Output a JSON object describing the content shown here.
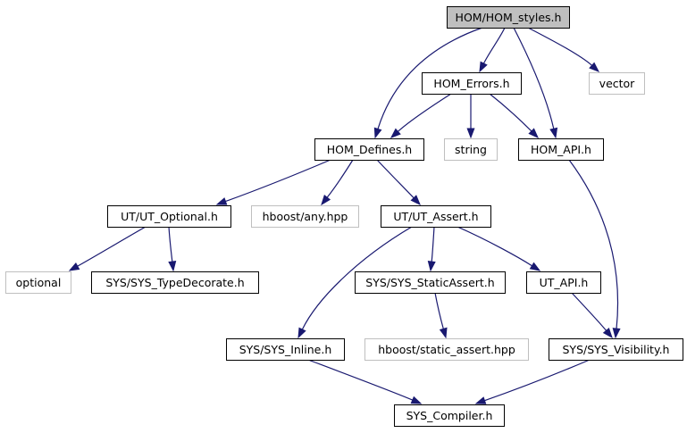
{
  "graph": {
    "nodes": [
      {
        "id": "hom_styles",
        "label": "HOM/HOM_styles.h",
        "style": "root"
      },
      {
        "id": "hom_errors",
        "label": "HOM_Errors.h",
        "style": "documented"
      },
      {
        "id": "vector",
        "label": "vector",
        "style": "external"
      },
      {
        "id": "hom_defines",
        "label": "HOM_Defines.h",
        "style": "documented"
      },
      {
        "id": "string",
        "label": "string",
        "style": "external"
      },
      {
        "id": "hom_api",
        "label": "HOM_API.h",
        "style": "documented"
      },
      {
        "id": "ut_optional",
        "label": "UT/UT_Optional.h",
        "style": "documented"
      },
      {
        "id": "hboost_any",
        "label": "hboost/any.hpp",
        "style": "external"
      },
      {
        "id": "ut_assert",
        "label": "UT/UT_Assert.h",
        "style": "documented"
      },
      {
        "id": "optional",
        "label": "optional",
        "style": "external"
      },
      {
        "id": "sys_typedecorate",
        "label": "SYS/SYS_TypeDecorate.h",
        "style": "documented"
      },
      {
        "id": "sys_staticassert",
        "label": "SYS/SYS_StaticAssert.h",
        "style": "documented"
      },
      {
        "id": "ut_api",
        "label": "UT_API.h",
        "style": "documented"
      },
      {
        "id": "sys_inline",
        "label": "SYS/SYS_Inline.h",
        "style": "documented"
      },
      {
        "id": "hboost_static_assert",
        "label": "hboost/static_assert.hpp",
        "style": "external"
      },
      {
        "id": "sys_visibility",
        "label": "SYS/SYS_Visibility.h",
        "style": "documented"
      },
      {
        "id": "sys_compiler",
        "label": "SYS_Compiler.h",
        "style": "documented"
      }
    ],
    "edges": [
      {
        "from": "hom_styles",
        "to": "hom_errors"
      },
      {
        "from": "hom_styles",
        "to": "vector"
      },
      {
        "from": "hom_styles",
        "to": "hom_defines"
      },
      {
        "from": "hom_styles",
        "to": "hom_api"
      },
      {
        "from": "hom_errors",
        "to": "hom_defines"
      },
      {
        "from": "hom_errors",
        "to": "string"
      },
      {
        "from": "hom_errors",
        "to": "hom_api"
      },
      {
        "from": "hom_defines",
        "to": "ut_optional"
      },
      {
        "from": "hom_defines",
        "to": "hboost_any"
      },
      {
        "from": "hom_defines",
        "to": "ut_assert"
      },
      {
        "from": "hom_api",
        "to": "sys_visibility"
      },
      {
        "from": "ut_optional",
        "to": "optional"
      },
      {
        "from": "ut_optional",
        "to": "sys_typedecorate"
      },
      {
        "from": "ut_assert",
        "to": "sys_inline"
      },
      {
        "from": "ut_assert",
        "to": "sys_staticassert"
      },
      {
        "from": "ut_assert",
        "to": "ut_api"
      },
      {
        "from": "sys_staticassert",
        "to": "hboost_static_assert"
      },
      {
        "from": "ut_api",
        "to": "sys_visibility"
      },
      {
        "from": "sys_inline",
        "to": "sys_compiler"
      },
      {
        "from": "sys_visibility",
        "to": "sys_compiler"
      }
    ],
    "colors": {
      "edge": "#191970",
      "root_fill": "#bfbfbf",
      "documented_border": "#000000",
      "external_border": "#bfbfbf",
      "node_fill": "#ffffff"
    }
  }
}
